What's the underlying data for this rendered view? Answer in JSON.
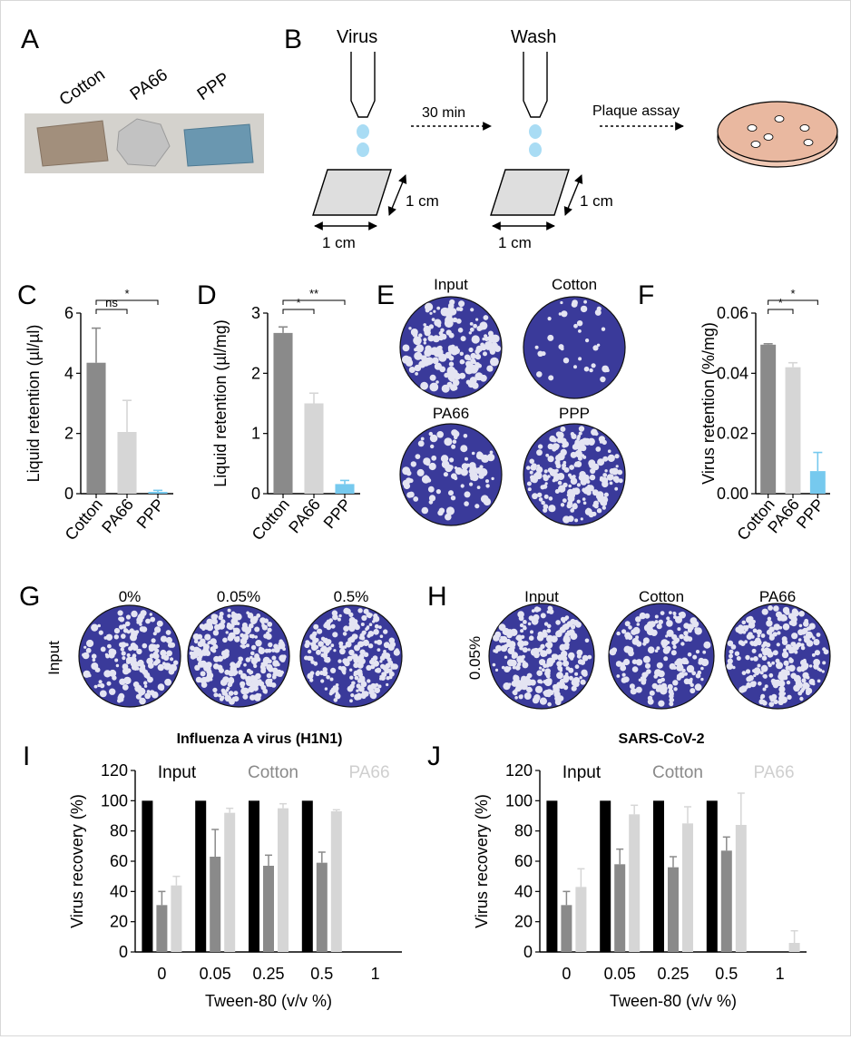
{
  "panels": {
    "A": "A",
    "B": "B",
    "C": "C",
    "D": "D",
    "E": "E",
    "F": "F",
    "G": "G",
    "H": "H",
    "I": "I",
    "J": "J"
  },
  "panel_a": {
    "labels": [
      "Cotton",
      "PA66",
      "PPP"
    ]
  },
  "panel_b": {
    "virus": "Virus",
    "wash": "Wash",
    "time": "30 min",
    "plaque_assay": "Plaque assay",
    "dim1": "1 cm",
    "dim2": "1 cm",
    "dim3": "1 cm",
    "dim4": "1 cm"
  },
  "panel_e": {
    "labels": [
      "Input",
      "Cotton",
      "PA66",
      "PPP"
    ]
  },
  "panel_g": {
    "side": "Input",
    "labels": [
      "0%",
      "0.05%",
      "0.5%"
    ]
  },
  "panel_h": {
    "side": "0.05%",
    "labels": [
      "Input",
      "Cotton",
      "PA66"
    ]
  },
  "colors": {
    "dark": "#8a8a8a",
    "light": "#d6d6d6",
    "blue": "#76c9ee",
    "black": "#000000",
    "dish": "#3a3a9a"
  },
  "chart_data": [
    {
      "panel": "C",
      "type": "bar",
      "categories": [
        "Cotton",
        "PA66",
        "PPP"
      ],
      "values": [
        4.35,
        2.05,
        0.06
      ],
      "errors": [
        1.15,
        1.05,
        0.05
      ],
      "ylabel": "Liquid retention (µl/µl)",
      "ylim": [
        0,
        6
      ],
      "yticks": [
        "0",
        "2",
        "4",
        "6"
      ],
      "significance": [
        {
          "label": "ns"
        },
        {
          "label": "*"
        }
      ]
    },
    {
      "panel": "D",
      "type": "bar",
      "categories": [
        "Cotton",
        "PA66",
        "PPP"
      ],
      "values": [
        2.67,
        1.5,
        0.16
      ],
      "errors": [
        0.1,
        0.17,
        0.06
      ],
      "ylabel": "Liquid retention (µl/mg)",
      "ylim": [
        0,
        3
      ],
      "yticks": [
        "0",
        "1",
        "2",
        "3"
      ],
      "significance": [
        {
          "label": "*"
        },
        {
          "label": "**"
        }
      ]
    },
    {
      "panel": "F",
      "type": "bar",
      "categories": [
        "Cotton",
        "PA66",
        "PPP"
      ],
      "values": [
        0.0495,
        0.042,
        0.0075
      ],
      "errors": [
        0.0003,
        0.0015,
        0.0062
      ],
      "ylabel": "Virus retention (%/mg)",
      "ylim": [
        0,
        0.06
      ],
      "yticks": [
        "0.00",
        "0.02",
        "0.04",
        "0.06"
      ],
      "significance": [
        {
          "label": "*"
        },
        {
          "label": "*"
        }
      ]
    },
    {
      "panel": "I",
      "type": "bar",
      "title": "Influenza A virus (H1N1)",
      "categories": [
        "0",
        "0.05",
        "0.25",
        "0.5",
        "1"
      ],
      "xlabel": "Tween-80 (v/v %)",
      "ylabel": "Virus recovery (%)",
      "ylim": [
        0,
        120
      ],
      "yticks": [
        "0",
        "20",
        "40",
        "60",
        "80",
        "100",
        "120"
      ],
      "series": [
        {
          "name": "Input",
          "values": [
            100,
            100,
            100,
            100,
            0
          ],
          "errors": [
            0,
            0,
            0,
            0,
            0
          ]
        },
        {
          "name": "Cotton",
          "values": [
            31,
            63,
            57,
            59,
            0
          ],
          "errors": [
            9,
            18,
            7,
            7,
            0
          ]
        },
        {
          "name": "PA66",
          "values": [
            44,
            92,
            95,
            93,
            0
          ],
          "errors": [
            6,
            3,
            3,
            1,
            0
          ]
        }
      ]
    },
    {
      "panel": "J",
      "type": "bar",
      "title": "SARS-CoV-2",
      "categories": [
        "0",
        "0.05",
        "0.25",
        "0.5",
        "1"
      ],
      "xlabel": "Tween-80 (v/v %)",
      "ylabel": "Virus recovery (%)",
      "ylim": [
        0,
        120
      ],
      "yticks": [
        "0",
        "20",
        "40",
        "60",
        "80",
        "100",
        "120"
      ],
      "series": [
        {
          "name": "Input",
          "values": [
            100,
            100,
            100,
            100,
            0
          ],
          "errors": [
            0,
            0,
            0,
            0,
            0
          ]
        },
        {
          "name": "Cotton",
          "values": [
            31,
            58,
            56,
            67,
            0
          ],
          "errors": [
            9,
            10,
            7,
            9,
            0
          ]
        },
        {
          "name": "PA66",
          "values": [
            43,
            91,
            85,
            84,
            6
          ],
          "errors": [
            12,
            6,
            11,
            21,
            8
          ]
        }
      ]
    }
  ]
}
